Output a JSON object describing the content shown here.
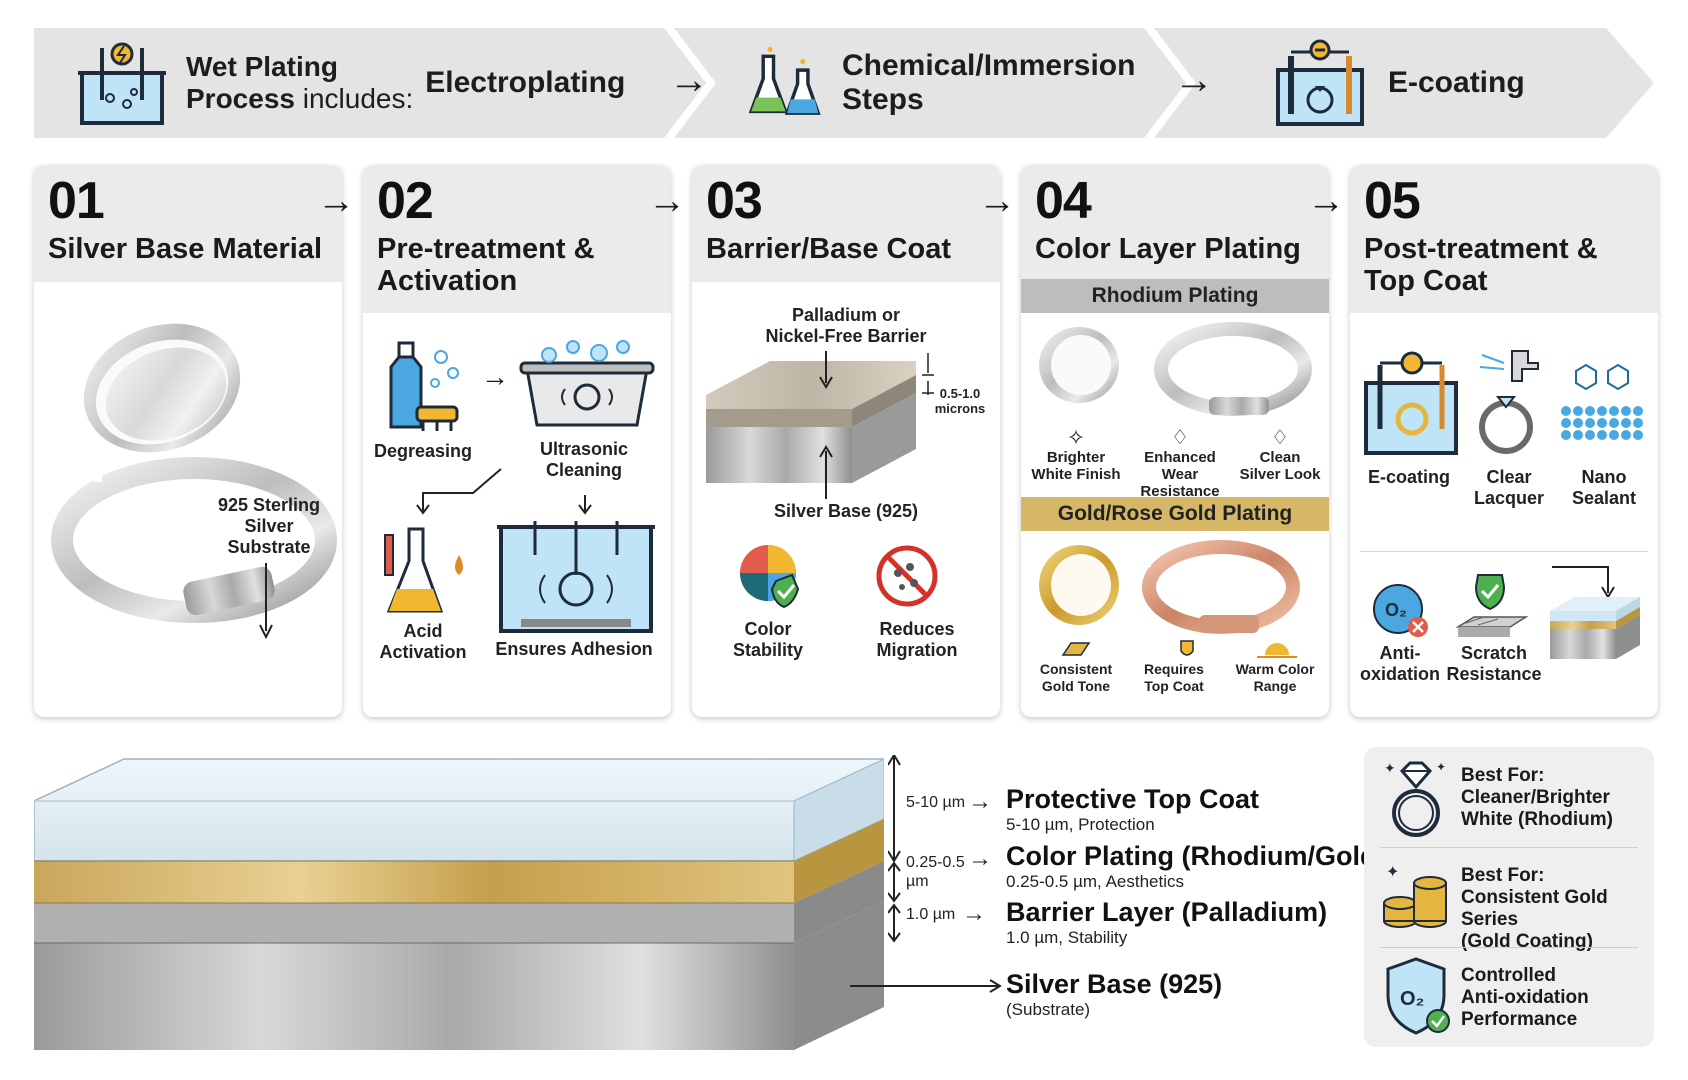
{
  "banner": {
    "intro_line1": "Wet Plating",
    "intro_line2a": "Process",
    "intro_line2b": " includes:",
    "step1": "Electroplating",
    "step2_line1": "Chemical/Immersion",
    "step2_line2": "Steps",
    "step3": "E-coating",
    "icons": [
      "electroplating-tank-icon",
      "flasks-icon",
      "ecoating-tank-icon"
    ]
  },
  "steps": [
    {
      "num": "01",
      "title_line1": "Silver Base Material",
      "title_line2": "",
      "labels": {
        "substrate": [
          "925 Sterling",
          "Silver",
          "Substrate"
        ]
      }
    },
    {
      "num": "02",
      "title_line1": "Pre-treatment &",
      "title_line2": "Activation",
      "labels": {
        "degreasing": "Degreasing",
        "ultrasonic": [
          "Ultrasonic",
          "Cleaning"
        ],
        "acid": [
          "Acid",
          "Activation"
        ],
        "adhesion": "Ensures Adhesion"
      }
    },
    {
      "num": "03",
      "title_line1": "Barrier/Base Coat",
      "title_line2": "",
      "labels": {
        "barrier": [
          "Palladium or",
          "Nickel-Free Barrier"
        ],
        "microns": [
          "0.5-1.0",
          "microns"
        ],
        "base": "Silver Base (925)",
        "stability": [
          "Color",
          "Stability"
        ],
        "migration": [
          "Reduces",
          "Migration"
        ]
      }
    },
    {
      "num": "04",
      "title_line1": "Color Layer Plating",
      "title_line2": "",
      "labels": {
        "rhodium_band": "Rhodium Plating",
        "gold_band": "Gold/Rose Gold Plating",
        "rh1": [
          "Brighter",
          "White Finish"
        ],
        "rh2": [
          "Enhanced",
          "Wear Resistance"
        ],
        "rh3": [
          "Clean",
          "Silver Look"
        ],
        "g1": [
          "Consistent",
          "Gold Tone"
        ],
        "g2": [
          "Requires",
          "Top Coat"
        ],
        "g3": [
          "Warm Color",
          "Range"
        ]
      }
    },
    {
      "num": "05",
      "title_line1": "Post-treatment &",
      "title_line2": "Top Coat",
      "labels": {
        "ecoat": "E-coating",
        "lacquer": [
          "Clear",
          "Lacquer"
        ],
        "nano": [
          "Nano",
          "Sealant"
        ],
        "antiox": [
          "Anti-",
          "oxidation"
        ],
        "scratch": [
          "Scratch",
          "Resistance"
        ]
      }
    }
  ],
  "cross_section": {
    "layers": [
      {
        "dim": "5-10 µm",
        "title": "Protective Top Coat",
        "sub": "5-10 µm, Protection"
      },
      {
        "dim_line1": "0.25-0.5",
        "dim_line2": "µm",
        "title": "Color Plating (Rhodium/Gold)",
        "sub": "0.25-0.5 µm, Aesthetics"
      },
      {
        "dim": "1.0 µm",
        "title": "Barrier Layer (Palladium)",
        "sub": "1.0 µm, Stability"
      },
      {
        "title": "Silver Base (925)",
        "sub": "(Substrate)"
      }
    ]
  },
  "best_for": [
    {
      "icon": "diamond-ring-icon",
      "lines": [
        "Best For:",
        "Cleaner/Brighter",
        "White (Rhodium)"
      ]
    },
    {
      "icon": "gold-coins-icon",
      "lines": [
        "Best For:",
        "Consistent Gold Series",
        "(Gold Coating)"
      ]
    },
    {
      "icon": "shield-oxygen-icon",
      "lines": [
        "Controlled",
        "Anti-oxidation",
        "Performance"
      ]
    }
  ],
  "colors": {
    "card_head": "#ebebeb",
    "rhodium_band": "#bdbdbd",
    "gold_band": "#d6b766",
    "banner": "#e4e4e4"
  }
}
